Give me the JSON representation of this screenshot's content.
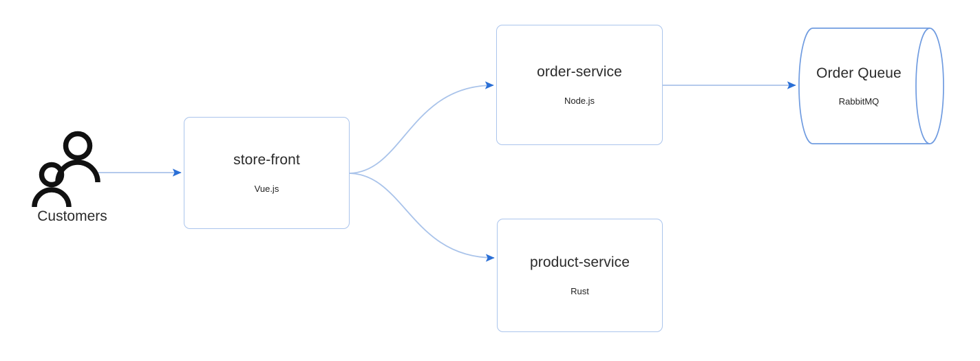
{
  "diagram": {
    "type": "architecture-flow-diagram",
    "background_color": "#ffffff",
    "edge_line_color": "#a9c3ea",
    "edge_arrow_color": "#2a6fd6",
    "node_border_color": "#aac4ec",
    "node_fill_color": "#ffffff",
    "text_color": "#2b2b2b",
    "actor": {
      "icon": "two-people-icon",
      "label": "Customers"
    },
    "nodes": [
      {
        "id": "store-front",
        "shape": "rounded-rectangle",
        "title": "store-front",
        "subtitle": "Vue.js"
      },
      {
        "id": "order-service",
        "shape": "rounded-rectangle",
        "title": "order-service",
        "subtitle": "Node.js"
      },
      {
        "id": "product-service",
        "shape": "rounded-rectangle",
        "title": "product-service",
        "subtitle": "Rust"
      },
      {
        "id": "order-queue",
        "shape": "cylinder",
        "title": "Order Queue",
        "subtitle": "RabbitMQ"
      }
    ],
    "edges": [
      {
        "id": "customers-to-store-front",
        "from": "customers",
        "to": "store-front",
        "style": "straight",
        "label": ""
      },
      {
        "id": "store-front-to-order-service",
        "from": "store-front",
        "to": "order-service",
        "style": "curved",
        "label": ""
      },
      {
        "id": "store-front-to-product-service",
        "from": "store-front",
        "to": "product-service",
        "style": "curved",
        "label": ""
      },
      {
        "id": "order-service-to-order-queue",
        "from": "order-service",
        "to": "order-queue",
        "style": "straight",
        "label": ""
      }
    ]
  }
}
